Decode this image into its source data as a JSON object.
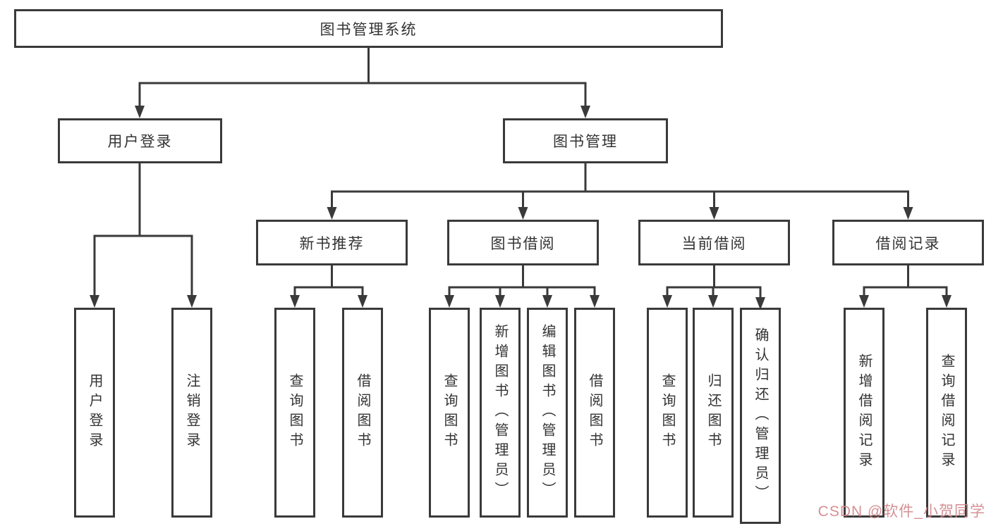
{
  "tree": {
    "root": {
      "label": "图书管理系统"
    },
    "branches": [
      {
        "label": "用户登录",
        "children": [
          "用户登录",
          "注销登录"
        ]
      },
      {
        "label": "图书管理",
        "sections": [
          {
            "label": "新书推荐",
            "children": [
              "查询图书",
              "借阅图书"
            ]
          },
          {
            "label": "图书借阅",
            "children": [
              "查询图书",
              "新增图书（管理员）",
              "编辑图书（管理员）",
              "借阅图书"
            ]
          },
          {
            "label": "当前借阅",
            "children": [
              "查询图书",
              "归还图书",
              "确认归还（管理员）"
            ]
          },
          {
            "label": "借阅记录",
            "children": [
              "新增借阅记录",
              "查询借阅记录"
            ]
          }
        ]
      }
    ]
  },
  "watermark": {
    "text": "CSDN @软件_小贺同学"
  },
  "colors": {
    "line": "#3a3a3a",
    "text": "#333333",
    "watermark": "#d3878b",
    "background": "#ffffff"
  }
}
